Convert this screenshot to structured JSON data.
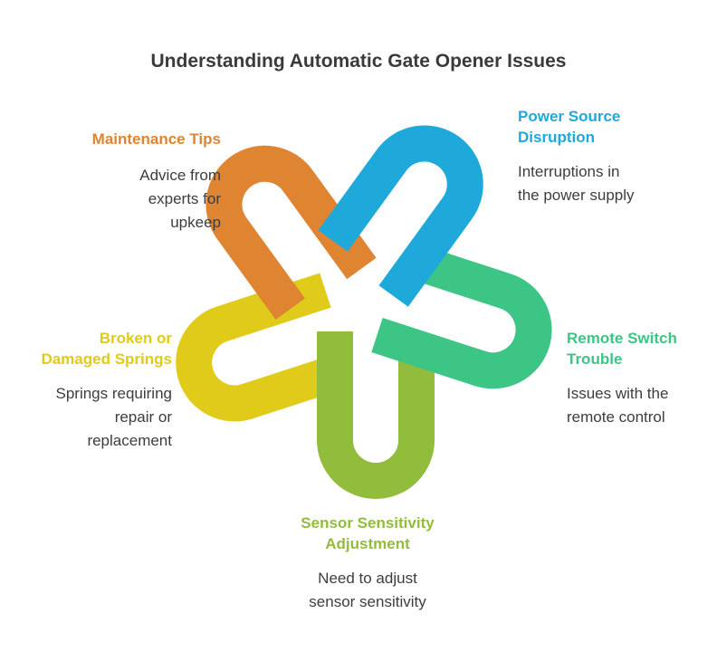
{
  "title": "Understanding Automatic Gate Opener Issues",
  "colors": {
    "maintenance": "#DF8431",
    "power": "#1FA9DB",
    "remote": "#3CC584",
    "sensor": "#92BC3B",
    "springs": "#E0CA1A",
    "title": "#3a3a3a",
    "text": "#3d3d3d"
  },
  "items": {
    "maintenance": {
      "heading": "Maintenance Tips",
      "desc_lines": [
        "Advice from",
        "experts for",
        "upkeep"
      ]
    },
    "power": {
      "heading_lines": [
        "Power Source",
        "Disruption"
      ],
      "desc_lines": [
        "Interruptions in",
        "the power supply"
      ]
    },
    "remote": {
      "heading_lines": [
        "Remote Switch",
        "Trouble"
      ],
      "desc_lines": [
        "Issues with the",
        "remote control"
      ]
    },
    "sensor": {
      "heading_lines": [
        "Sensor Sensitivity",
        "Adjustment"
      ],
      "desc_lines": [
        "Need to adjust",
        "sensor sensitivity"
      ]
    },
    "springs": {
      "heading_lines": [
        "Broken or",
        "Damaged Springs"
      ],
      "desc_lines": [
        "Springs requiring",
        "repair or",
        "replacement"
      ]
    }
  }
}
